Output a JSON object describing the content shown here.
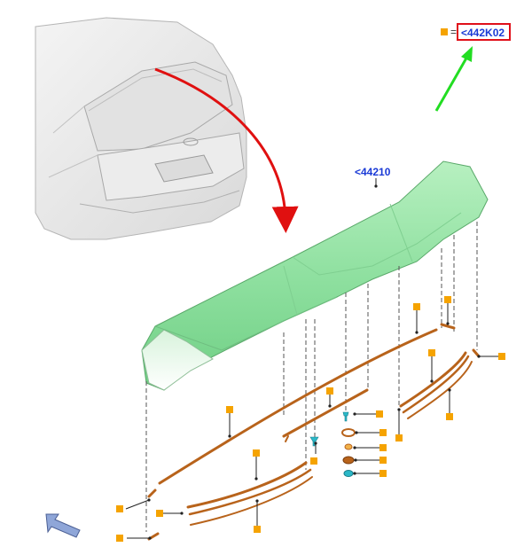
{
  "diagram": {
    "legend": {
      "equals": "=",
      "code": "<442K02"
    },
    "main_part_label": "<44210",
    "colors": {
      "spoiler_fill": "#8fe0a0",
      "trim_brown": "#b8631b",
      "marker_orange": "#f5a300",
      "label_blue": "#1a3ad6",
      "legend_box_red": "#e0101a",
      "arrow_red": "#e01010",
      "arrow_green": "#22dd22",
      "clip_teal": "#2bb8c8",
      "view_arrow": "#8fa6d8"
    },
    "icons": [
      "vehicle-rear-illustration",
      "view-direction-arrow",
      "orange-square-marker"
    ]
  }
}
